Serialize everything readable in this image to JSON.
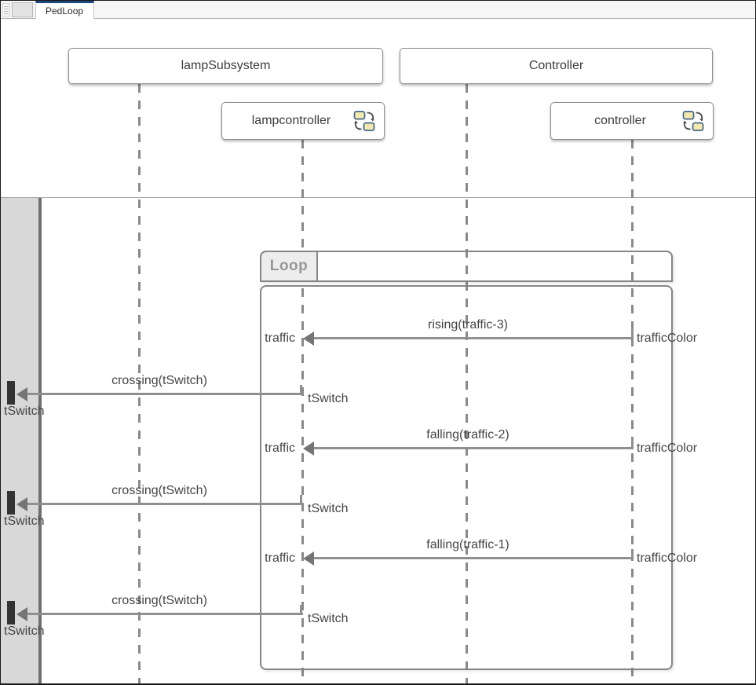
{
  "tab_bar": {
    "active_tab": "PedLoop"
  },
  "lifelines": [
    {
      "label": "lampSubsystem",
      "kind": "subsystem"
    },
    {
      "label": "Controller",
      "kind": "subsystem"
    },
    {
      "label": "lampcontroller",
      "kind": "stateflow-chart"
    },
    {
      "label": "controller",
      "kind": "stateflow-chart"
    }
  ],
  "fragment": {
    "operator": "Loop"
  },
  "messages": [
    {
      "label": "rising(traffic-3)",
      "source": "trafficColor",
      "target": "traffic"
    },
    {
      "label": "crossing(tSwitch)",
      "source": "tSwitch",
      "target": "tSwitch"
    },
    {
      "label": "falling(traffic-2)",
      "source": "trafficColor",
      "target": "traffic"
    },
    {
      "label": "crossing(tSwitch)",
      "source": "tSwitch",
      "target": "tSwitch"
    },
    {
      "label": "falling(traffic-1)",
      "source": "trafficColor",
      "target": "traffic"
    },
    {
      "label": "crossing(tSwitch)",
      "source": "tSwitch",
      "target": "tSwitch"
    }
  ],
  "colors": {
    "tab_indicator": "#17497e",
    "arrow_gray": "#8f8f8f",
    "lifeline_gray": "#8a8a8a",
    "env_band_gray": "#d8d8d8",
    "gateway_black": "#333333"
  }
}
